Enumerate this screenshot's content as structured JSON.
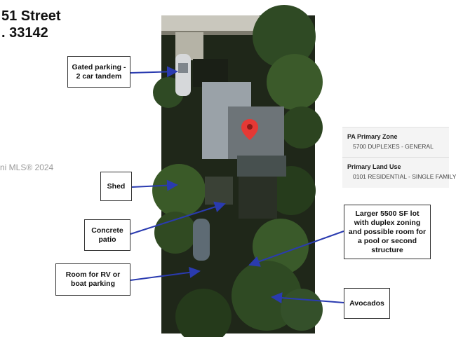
{
  "header": {
    "street": "51 Street",
    "zip": ". 33142"
  },
  "watermark": "ni MLS® 2024",
  "callouts": {
    "parking": "Gated parking - 2 car tandem",
    "shed": "Shed",
    "patio": "Concrete patio",
    "rv": "Room for RV or boat parking",
    "lot": "Larger 5500 SF lot with duplex zoning and possible room for a pool or second structure",
    "avocados": "Avocados"
  },
  "property_panel": {
    "zone_label": "PA Primary Zone",
    "zone_value": "5700 DUPLEXES - GENERAL",
    "land_use_label": "Primary Land Use",
    "land_use_value": "0101 RESIDENTIAL - SINGLE FAMILY"
  },
  "colors": {
    "arrow": "#2a3bb0",
    "marker": "#e53935"
  },
  "icons": {
    "location_marker": "map-pin-icon"
  }
}
